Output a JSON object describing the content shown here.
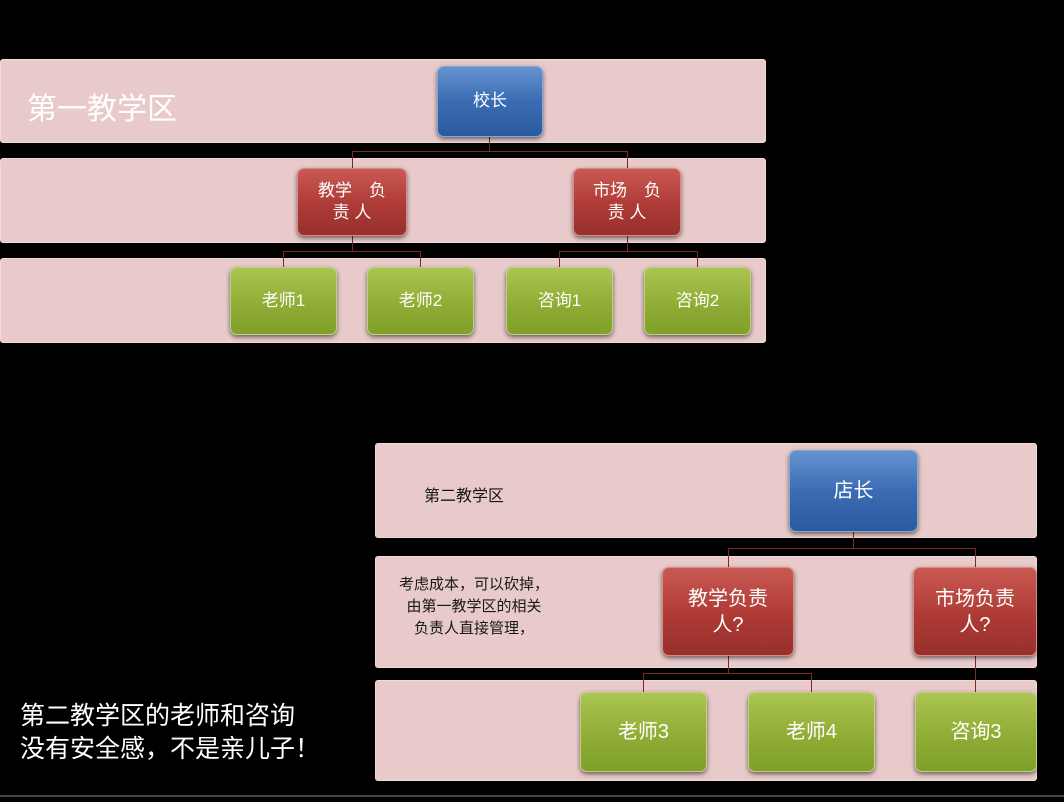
{
  "palette": {
    "background": "#000000",
    "band_fill": "#e9caca",
    "band_border": "#f0d9d9",
    "node_blue": "#3b6cb3",
    "node_red": "#ae3a36",
    "node_green": "#90ad35",
    "connector": "#7c2a22",
    "caption_color": "#ffffff"
  },
  "chart1": {
    "title": "第一教学区",
    "root": {
      "label": "校长"
    },
    "managers": [
      {
        "label": "教学　负\n责 人"
      },
      {
        "label": "市场　负\n责 人"
      }
    ],
    "staff": [
      {
        "label": "老师1"
      },
      {
        "label": "老师2"
      },
      {
        "label": "咨询1"
      },
      {
        "label": "咨询2"
      }
    ]
  },
  "chart2": {
    "title": "第二教学区",
    "root": {
      "label": "店长"
    },
    "note": "考虑成本，可以砍掉，\n由第一教学区的相关\n负责人直接管理，",
    "managers": [
      {
        "label": "教学负责\n人?"
      },
      {
        "label": "市场负责\n人?"
      }
    ],
    "staff": [
      {
        "label": "老师3"
      },
      {
        "label": "老师4"
      },
      {
        "label": "咨询3"
      }
    ]
  },
  "caption": "第二教学区的老师和咨询\n没有安全感，不是亲儿子！"
}
